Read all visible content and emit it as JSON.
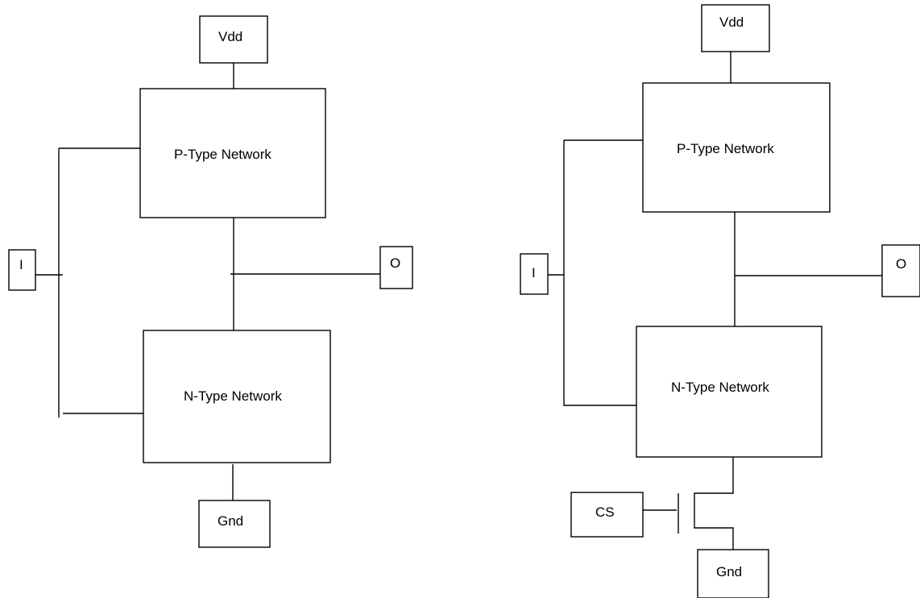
{
  "left_circuit": {
    "vdd_label": "Vdd",
    "pnet_label": "P-Type Network",
    "input_label": "I",
    "output_label": "O",
    "nnet_label": "N-Type Network",
    "gnd_label": "Gnd"
  },
  "right_circuit": {
    "vdd_label": "Vdd",
    "pnet_label": "P-Type Network",
    "input_label": "I",
    "output_label": "O",
    "nnet_label": "N-Type Network",
    "cs_label": "CS",
    "gnd_label": "Gnd"
  }
}
